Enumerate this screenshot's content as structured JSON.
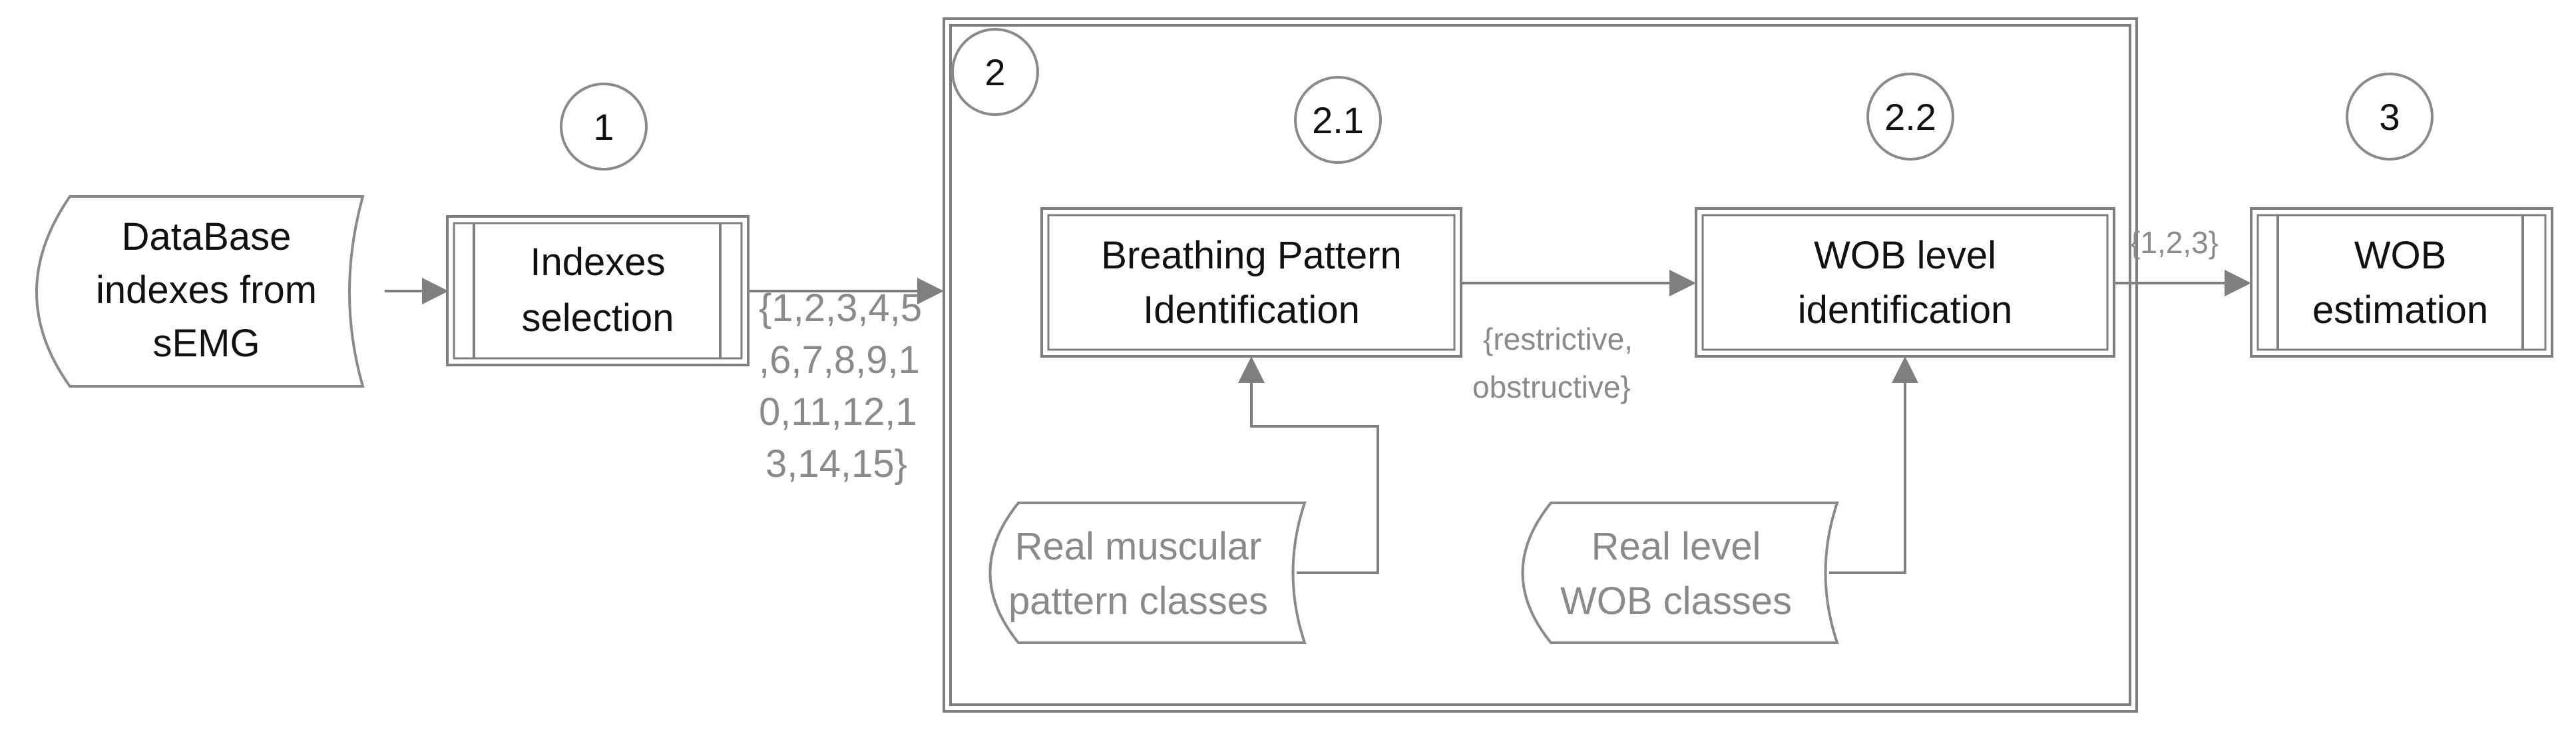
{
  "nodes": {
    "database": [
      "DataBase",
      "indexes from",
      "sEMG"
    ],
    "indexes": [
      "Indexes",
      "selection"
    ],
    "breathing": [
      "Breathing Pattern",
      "Identification"
    ],
    "wob_level": [
      "WOB level",
      "identification"
    ],
    "wob_est": [
      "WOB",
      "estimation"
    ],
    "real_muscular": [
      "Real muscular",
      "pattern classes"
    ],
    "real_level": [
      "Real level",
      "WOB classes"
    ]
  },
  "steps": {
    "s1": "1",
    "s2": "2",
    "s21": "2.1",
    "s22": "2.2",
    "s3": "3"
  },
  "edge_labels": {
    "indexes_set": [
      "{1,2,3,4,5",
      ",6,7,8,9,1",
      "0,11,12,1",
      "3,14,15}"
    ],
    "pattern_set": [
      "{restrictive,",
      "obstructive}"
    ],
    "wob_set": "{1,2,3}"
  },
  "colors": {
    "line": "#7f7f7f",
    "text_dark": "#111111",
    "text_gray": "#8a8a8a"
  }
}
